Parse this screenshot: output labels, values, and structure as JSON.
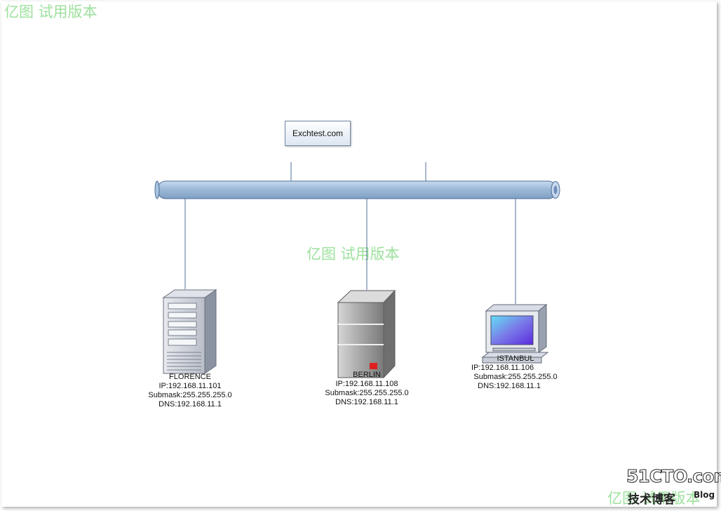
{
  "watermark": "亿图  试用版本",
  "domain": {
    "name": "Exchtest.com"
  },
  "nodes": [
    {
      "name": "FLORENCE",
      "ip": "IP:192.168.11.101",
      "mask": "Submask:255.255.255.0",
      "dns": "DNS:192.168.11.1",
      "icon": "tower-server-icon"
    },
    {
      "name": "BERLIN",
      "ip": "IP:192.168.11.108",
      "mask": "Submask:255.255.255.0",
      "dns": "DNS:192.168.11.1",
      "icon": "server-icon"
    },
    {
      "name": "ISTANBUL",
      "ip": "IP:192.168.11.106",
      "mask": "Submask:255.255.255.0",
      "dns": "DNS:192.168.11.1",
      "icon": "computer-monitor-icon"
    }
  ],
  "logo": {
    "main": "51CTO.com",
    "sub": "技术博客",
    "blog": "Blog"
  },
  "colors": {
    "bus": "#9dbad8",
    "bus_border": "#4f6f98",
    "line": "#4f6f98",
    "watermark": "#9de09d",
    "led": "#e02020"
  }
}
